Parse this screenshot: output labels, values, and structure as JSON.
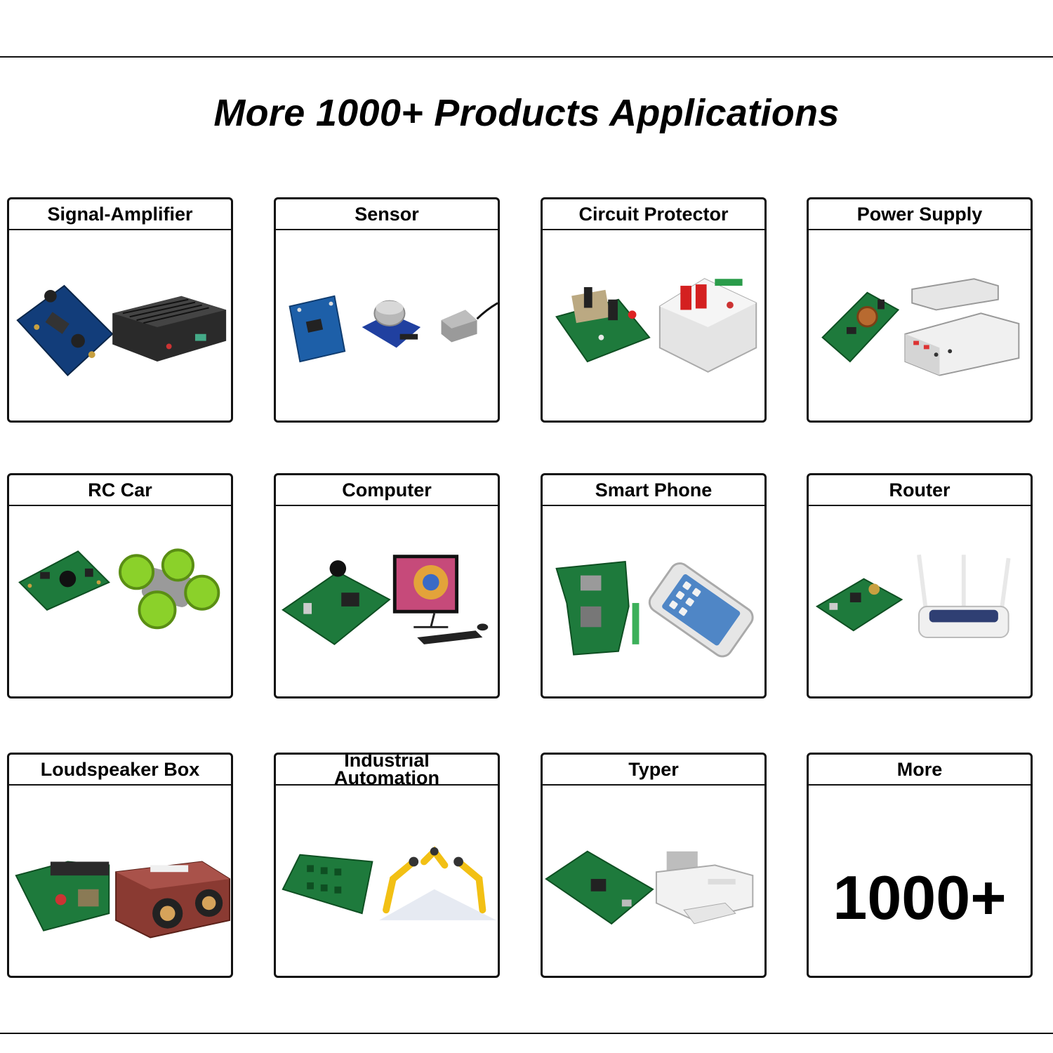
{
  "page": {
    "title": "More 1000+ Products Applications"
  },
  "cards": [
    {
      "label": "Signal-Amplifier",
      "icons": [
        "pcb-board-icon",
        "amplifier-box-icon"
      ]
    },
    {
      "label": "Sensor",
      "icons": [
        "sensor-module-icon",
        "gas-sensor-icon",
        "cable-sensor-icon"
      ]
    },
    {
      "label": "Circuit Protector",
      "icons": [
        "pcb-switch-icon",
        "circuit-breaker-icon"
      ]
    },
    {
      "label": "Power Supply",
      "icons": [
        "pcb-board-icon",
        "power-supply-unit-icon"
      ]
    },
    {
      "label": "RC Car",
      "icons": [
        "pcb-board-icon",
        "rc-car-icon"
      ]
    },
    {
      "label": "Computer",
      "icons": [
        "pcb-board-icon",
        "monitor-keyboard-icon"
      ]
    },
    {
      "label": "Smart Phone",
      "icons": [
        "pcb-board-icon",
        "smartphone-icon"
      ]
    },
    {
      "label": "Router",
      "icons": [
        "pcb-board-icon",
        "wifi-router-icon"
      ]
    },
    {
      "label": "Loudspeaker Box",
      "icons": [
        "pcb-board-icon",
        "speaker-box-icon"
      ]
    },
    {
      "label": "Industrial\nAutomation",
      "icons": [
        "pcb-board-icon",
        "robot-arm-icon"
      ]
    },
    {
      "label": "Typer",
      "icons": [
        "pcb-board-icon",
        "printer-icon"
      ]
    },
    {
      "label": "More",
      "big_text": "1000+"
    }
  ],
  "colors": {
    "pcb_green": "#1e7a3c",
    "pcb_dark": "#0e4f22",
    "pcb_blue": "#1d4f8f",
    "robot_yellow": "#f2c014",
    "rc_green": "#8bd12a"
  }
}
